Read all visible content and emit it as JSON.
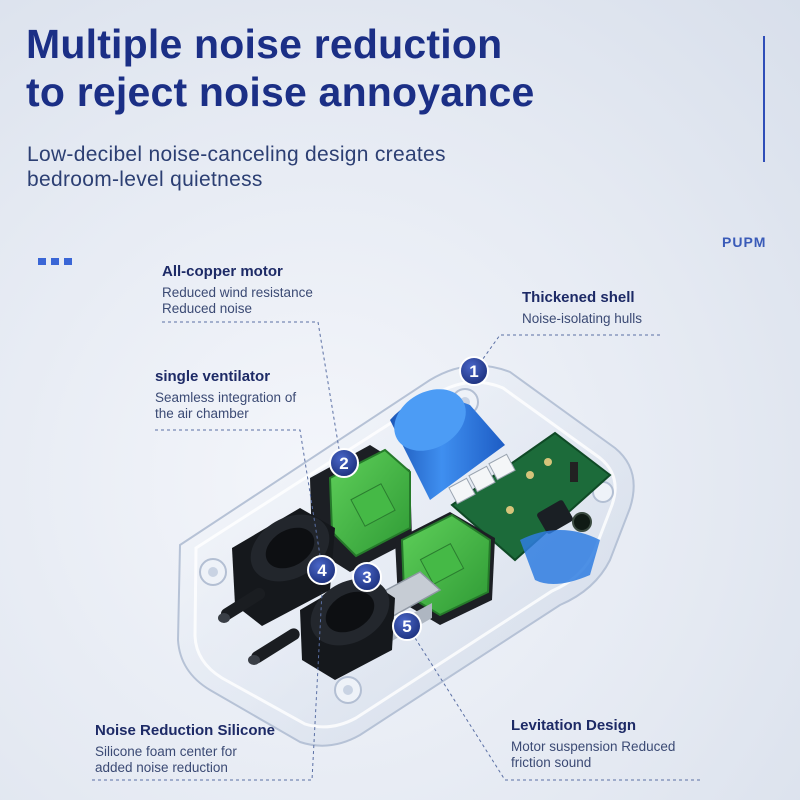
{
  "headline": {
    "line1": "Multiple noise reduction",
    "line2": "to reject noise annoyance"
  },
  "subhead": {
    "line1": "Low-decibel noise-canceling design creates",
    "line2": "bedroom-level quietness"
  },
  "brand": "PUPM",
  "callouts": [
    {
      "number": "1",
      "title": "Thickened shell",
      "desc": "Noise-isolating hulls"
    },
    {
      "number": "2",
      "title": "All-copper motor",
      "desc": "Reduced wind resistance Reduced noise"
    },
    {
      "number": "3",
      "title": "single ventilator",
      "desc": "Seamless integration of the air chamber"
    },
    {
      "number": "4",
      "title": "Noise Reduction Silicone",
      "desc": "Silicone foam center for added noise reduction"
    },
    {
      "number": "5",
      "title": "Levitation Design",
      "desc": "Motor suspension Reduced friction sound"
    }
  ],
  "colors": {
    "headline": "#1b2f86",
    "accent": "#2f4eb8",
    "badge": "#1f3a8e",
    "motor": "#3aa63c",
    "capacitor": "#2a74d6",
    "pcb": "#1c6b3a"
  }
}
